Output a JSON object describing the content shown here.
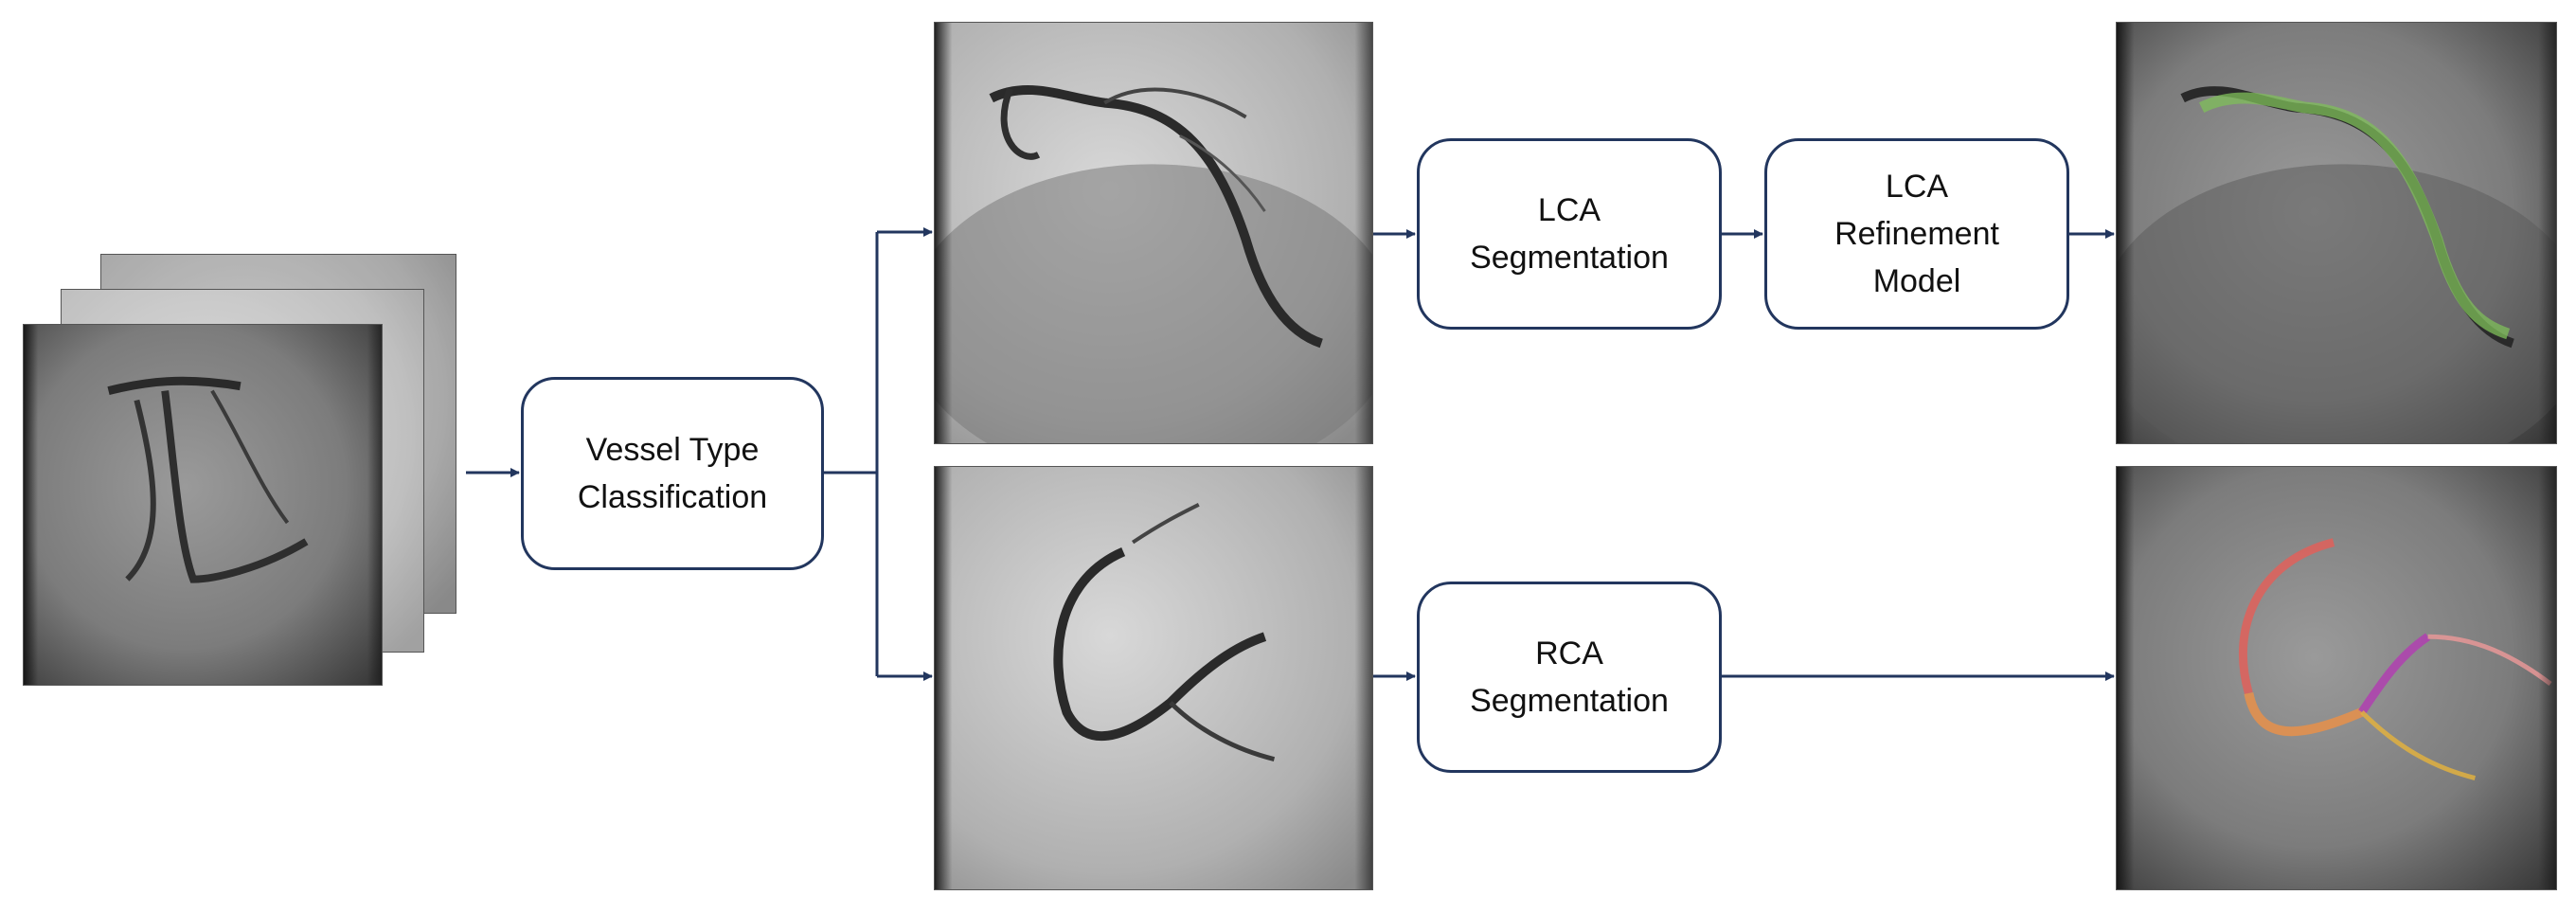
{
  "boxes": {
    "vessel_type": "Vessel Type\nClassification",
    "lca_segmentation": "LCA\nSegmentation",
    "lca_refinement": "LCA\nRefinement\nModel",
    "rca_segmentation": "RCA\nSegmentation"
  },
  "colors": {
    "box_border": "#22365e",
    "arrow": "#22365e",
    "lca_overlay": "#7fbf5a",
    "rca_overlay_red": "#e0605a",
    "rca_overlay_orange": "#e8904a",
    "rca_overlay_magenta": "#b040b0",
    "rca_overlay_yellow": "#e0b040",
    "rca_overlay_pink": "#e89898"
  },
  "images": [
    {
      "id": "input-stack",
      "content": "angiogram frame stack"
    },
    {
      "id": "lca-angiogram",
      "content": "left coronary artery angiogram"
    },
    {
      "id": "rca-angiogram",
      "content": "right coronary artery angiogram"
    },
    {
      "id": "lca-result",
      "content": "LCA angiogram with green segmentation overlay"
    },
    {
      "id": "rca-result",
      "content": "RCA angiogram with multicolor segmentation overlay"
    }
  ]
}
